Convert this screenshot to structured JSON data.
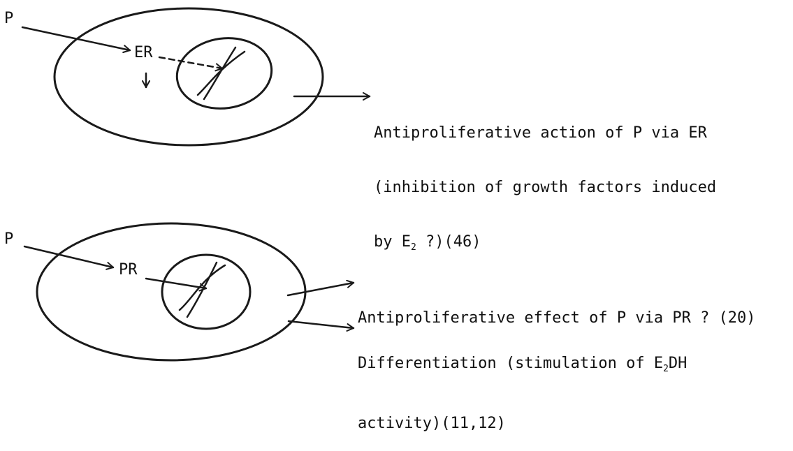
{
  "panels": [
    {
      "hormone": "P",
      "receptor": "ER",
      "outcomes": [
        {
          "line1": "Antiproliferative action of P via ER",
          "line2": "(inhibition of growth factors induced",
          "line3_pre": "by E",
          "line3_sub": "2",
          "line3_post": " ?)(46)"
        }
      ]
    },
    {
      "hormone": "P",
      "receptor": "PR",
      "outcomes": [
        {
          "line1": "Antiproliferative effect of P via PR ? (20)"
        },
        {
          "line1_pre": "Differentiation (stimulation of E",
          "line1_sub": "2",
          "line1_post": "DH",
          "line2": "activity)(11,12)"
        }
      ]
    }
  ]
}
